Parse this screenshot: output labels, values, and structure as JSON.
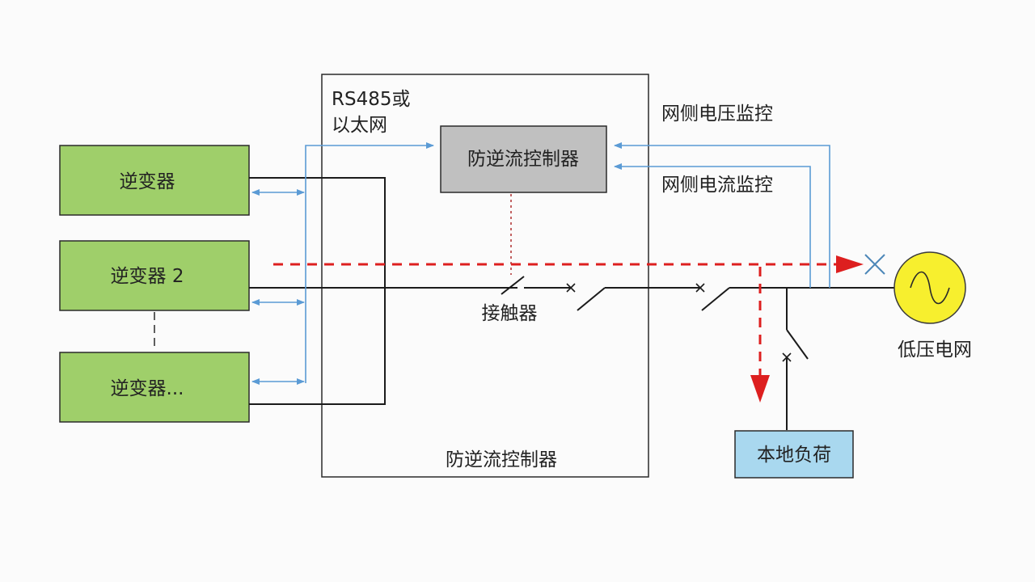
{
  "colors": {
    "inverter_fill": "#9fcf6a",
    "inverter_stroke": "#2a2a2a",
    "controller_fill": "#c0c0c0",
    "load_fill": "#a9d8ef",
    "grid_symbol_fill": "#f7ef2e",
    "signal_line": "#5b9bd5",
    "power_flow": "#dd1f1f",
    "wire": "#1b1b1b"
  },
  "inverters": [
    {
      "label": "逆变器"
    },
    {
      "label": "逆变器 2"
    },
    {
      "label": "逆变器..."
    }
  ],
  "comm": {
    "line1": "RS485或",
    "line2": "以太网"
  },
  "controller_box": {
    "label": "防逆流控制器"
  },
  "cabinet": {
    "label": "防逆流控制器"
  },
  "contactor": {
    "label": "接触器"
  },
  "grid_voltage_monitor": {
    "label": "网侧电压监控"
  },
  "grid_current_monitor": {
    "label": "网侧电流监控"
  },
  "grid": {
    "label": "低压电网"
  },
  "load": {
    "label": "本地负荷"
  }
}
